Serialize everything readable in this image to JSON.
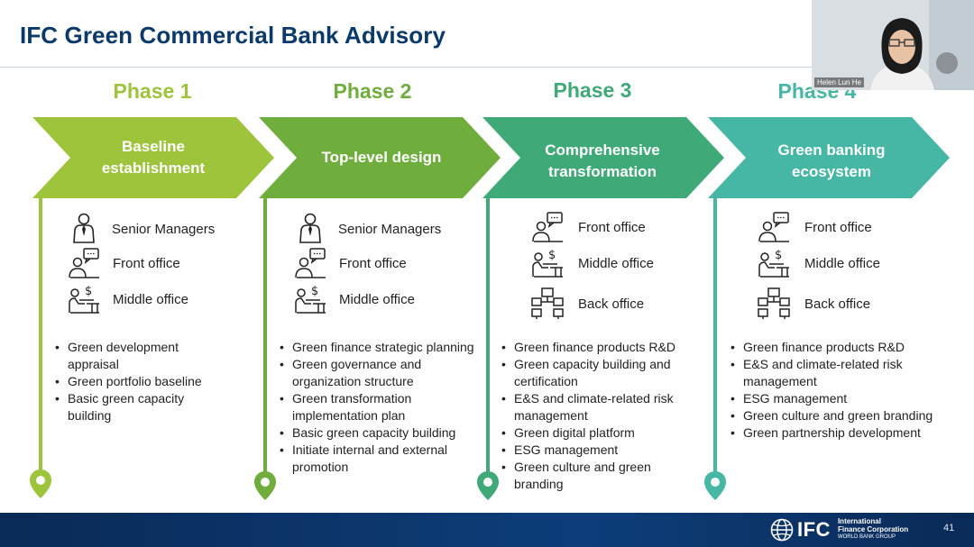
{
  "slide": {
    "title": "IFC Green Commercial Bank Advisory",
    "page_number": "41"
  },
  "colors": {
    "title": "#0a3a6b",
    "phase1": "#9ec43c",
    "phase2": "#6fae3d",
    "phase3": "#3fa978",
    "phase4": "#45b7a4",
    "footer": "#0d3e7a"
  },
  "phases": [
    {
      "label": "Phase 1",
      "title_lines": [
        "Baseline",
        "establishment"
      ],
      "roles": [
        {
          "icon": "manager-icon",
          "label": "Senior Managers"
        },
        {
          "icon": "front-office-icon",
          "label": "Front office"
        },
        {
          "icon": "middle-office-icon",
          "label": "Middle office"
        }
      ],
      "bullets": [
        [
          "Green development",
          "appraisal"
        ],
        [
          "Green portfolio baseline"
        ],
        [
          "Basic green capacity",
          "building"
        ]
      ]
    },
    {
      "label": "Phase 2",
      "title_lines": [
        "Top-level design"
      ],
      "roles": [
        {
          "icon": "manager-icon",
          "label": "Senior Managers"
        },
        {
          "icon": "front-office-icon",
          "label": "Front office"
        },
        {
          "icon": "middle-office-icon",
          "label": "Middle office"
        }
      ],
      "bullets": [
        [
          "Green finance strategic planning"
        ],
        [
          "Green governance and",
          "organization structure"
        ],
        [
          "Green transformation",
          "implementation plan"
        ],
        [
          "Basic green capacity building"
        ],
        [
          "Initiate internal and external",
          "promotion"
        ]
      ]
    },
    {
      "label": "Phase 3",
      "title_lines": [
        "Comprehensive",
        "transformation"
      ],
      "roles": [
        {
          "icon": "front-office-icon",
          "label": "Front office"
        },
        {
          "icon": "middle-office-icon",
          "label": "Middle office"
        },
        {
          "icon": "back-office-icon",
          "label": "Back office"
        }
      ],
      "bullets": [
        [
          "Green finance products R&D"
        ],
        [
          "Green capacity building and",
          "certification"
        ],
        [
          "E&S and climate-related risk",
          "management"
        ],
        [
          "Green digital platform"
        ],
        [
          "ESG management"
        ],
        [
          "Green culture and green",
          "branding"
        ]
      ]
    },
    {
      "label": "Phase 4",
      "title_lines": [
        "Green banking",
        "ecosystem"
      ],
      "roles": [
        {
          "icon": "front-office-icon",
          "label": "Front office"
        },
        {
          "icon": "middle-office-icon",
          "label": "Middle office"
        },
        {
          "icon": "back-office-icon",
          "label": "Back office"
        }
      ],
      "bullets": [
        [
          "Green finance products R&D"
        ],
        [
          "E&S and climate-related risk",
          "management"
        ],
        [
          "ESG management"
        ],
        [
          "Green culture and green branding"
        ],
        [
          "Green partnership development"
        ]
      ]
    }
  ],
  "footer": {
    "logo_text": "IFC",
    "org_line1": "International",
    "org_line2": "Finance Corporation",
    "org_line3": "WORLD BANK GROUP"
  },
  "video": {
    "participant_name": "Helen Lun He"
  }
}
